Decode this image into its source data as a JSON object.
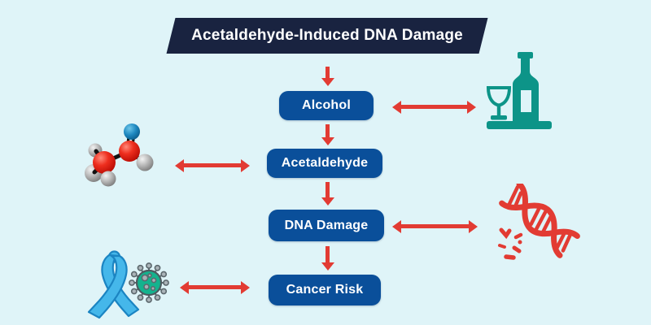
{
  "page": {
    "background_color": "#dff4f8"
  },
  "banner": {
    "title": "Acetaldehyde-Induced DNA Damage",
    "background_color": "#192340",
    "text_color": "#ffffff"
  },
  "flow": {
    "node_fill_color": "#0a4f9a",
    "node_text_color": "#ffffff",
    "arrow_color": "#e23b33",
    "nodes": [
      {
        "label": "Alcohol"
      },
      {
        "label": "Acetaldehyde"
      },
      {
        "label": "DNA Damage"
      },
      {
        "label": "Cancer Risk"
      }
    ]
  },
  "icons": {
    "wine_bottle_and_glass": {
      "name": "wine-bottle-and-glass-icon",
      "color": "#0d9488"
    },
    "acetaldehyde_molecule": {
      "name": "acetaldehyde-molecule-icon",
      "colors": {
        "carbon": "#e02318",
        "hydrogen": "#b9b9b9",
        "oxygen": "#1e88c0",
        "bond": "#111111"
      }
    },
    "damaged_dna": {
      "name": "damaged-dna-icon",
      "color": "#e23b33"
    },
    "cancer_ribbon_and_cell": {
      "name": "cancer-awareness-ribbon-and-cell-icon",
      "colors": {
        "ribbon": "#45b7ea",
        "ribbon_outline": "#1b84c2",
        "cell_body": "#14b38e",
        "cell_outline": "#4d5b60",
        "spikes": "#5c686d"
      }
    }
  }
}
